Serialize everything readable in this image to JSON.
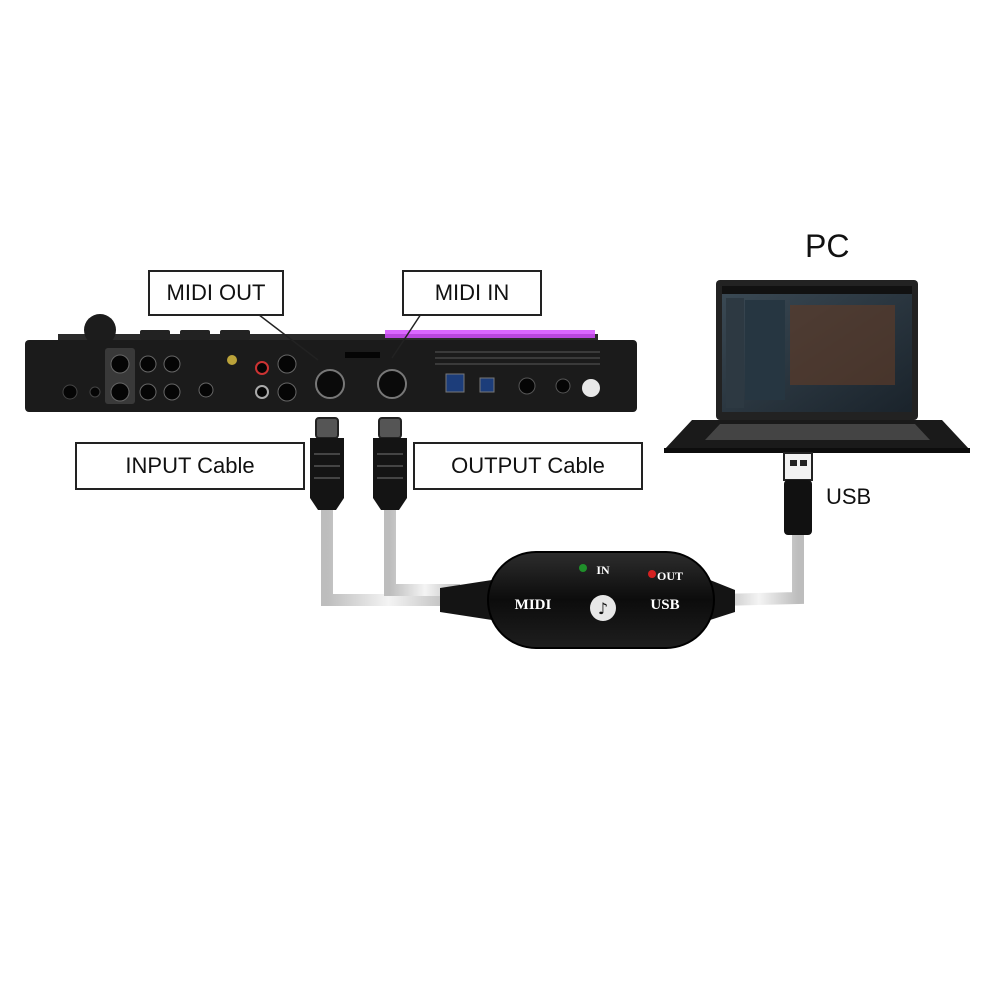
{
  "labels": {
    "pc": "PC",
    "midi_out": "MIDI OUT",
    "midi_in": "MIDI IN",
    "input_cable": "INPUT Cable",
    "output_cable": "OUTPUT Cable",
    "usb": "USB"
  },
  "adapter": {
    "midi": "MIDI",
    "usb": "USB",
    "in": "IN",
    "out": "OUT"
  },
  "colors": {
    "device_body": "#1b1b1b",
    "cable": "#d8d8d8",
    "pad_glow": "#d44cff",
    "in_led": "#1f8f2a",
    "out_led": "#d42020"
  }
}
